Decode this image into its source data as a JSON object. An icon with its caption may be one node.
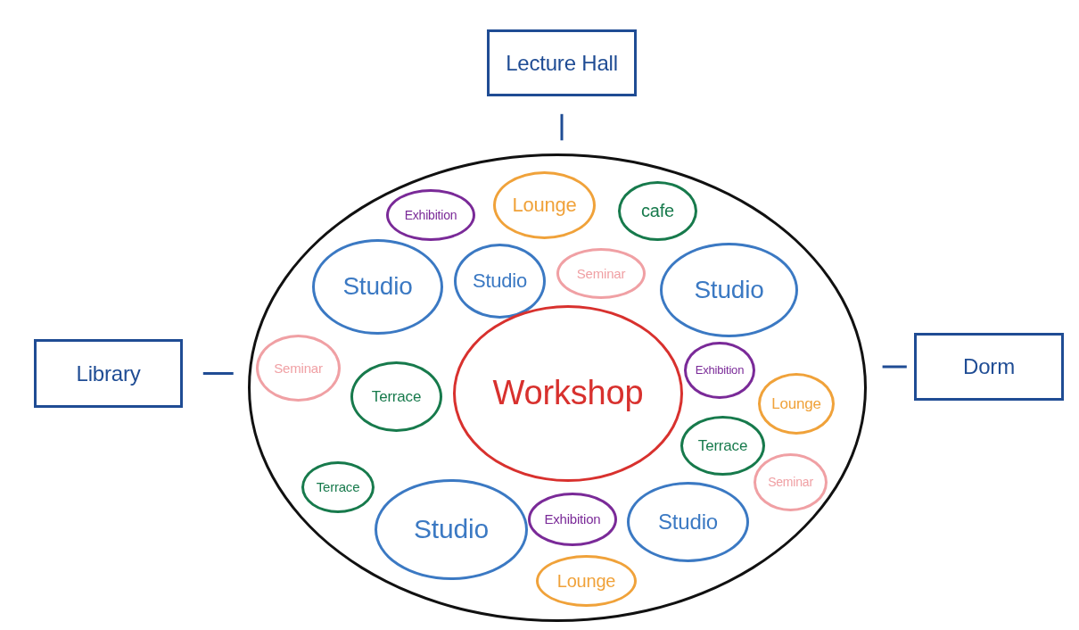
{
  "diagram": {
    "nodes": [
      {
        "text": [
          "Lecture Hall"
        ]
      },
      {
        "text": [
          "Library"
        ]
      },
      {
        "text": [
          "Dorm"
        ]
      },
      {
        "text": [],
        "shape": "ellipse"
      },
      {
        "text": [
          "Exhibition"
        ],
        "in": 3
      },
      {
        "text": [
          "Lounge"
        ],
        "in": 3
      },
      {
        "text": [
          "cafe"
        ],
        "in": 3
      },
      {
        "text": [
          "Studio"
        ],
        "in": 3
      },
      {
        "text": [
          "Studio"
        ],
        "in": 3
      },
      {
        "text": [
          "Seminar"
        ],
        "in": 3
      },
      {
        "text": [
          "Studio"
        ],
        "in": 3
      },
      {
        "text": [
          "Seminar"
        ],
        "in": 3
      },
      {
        "text": [
          "Terrace"
        ],
        "in": 3
      },
      {
        "text": [
          "Workshop"
        ],
        "in": 3
      },
      {
        "text": [
          "Exhibition"
        ],
        "in": 3
      },
      {
        "text": [
          "Lounge"
        ],
        "in": 3
      },
      {
        "text": [
          "Terrace"
        ],
        "in": 3
      },
      {
        "text": [
          "Seminar"
        ],
        "in": 3
      },
      {
        "text": [
          "Terrace"
        ],
        "in": 3
      },
      {
        "text": [
          "Studio"
        ],
        "in": 3
      },
      {
        "text": [
          "Exhibition"
        ],
        "in": 3
      },
      {
        "text": [
          "Studio"
        ],
        "in": 3
      },
      {
        "text": [
          "Lounge"
        ],
        "in": 3
      }
    ],
    "edges": [
      {
        "from": 0,
        "to": 3,
        "arrow": "none"
      },
      {
        "from": 1,
        "to": 3,
        "arrow": "none"
      },
      {
        "from": 2,
        "to": 3,
        "arrow": "none"
      }
    ]
  }
}
